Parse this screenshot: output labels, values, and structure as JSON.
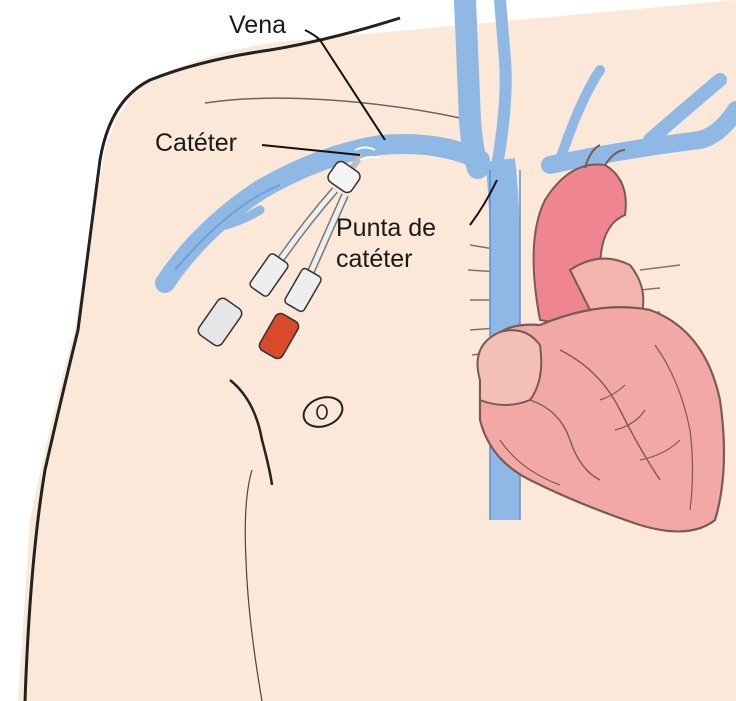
{
  "labels": {
    "vein": "Vena",
    "catheter": "Catéter",
    "catheter_tip_line1": "Punta de",
    "catheter_tip_line2": "catéter"
  },
  "colors": {
    "skin": "#fbe8d8",
    "vein": "#8fb8e4",
    "vein_dark": "#6f9fd6",
    "heart_pink": "#f2a9a6",
    "aorta": "#ee8590",
    "heart_outline": "#7a5a55",
    "cap_red": "#d84a2a",
    "outline": "#222222"
  }
}
